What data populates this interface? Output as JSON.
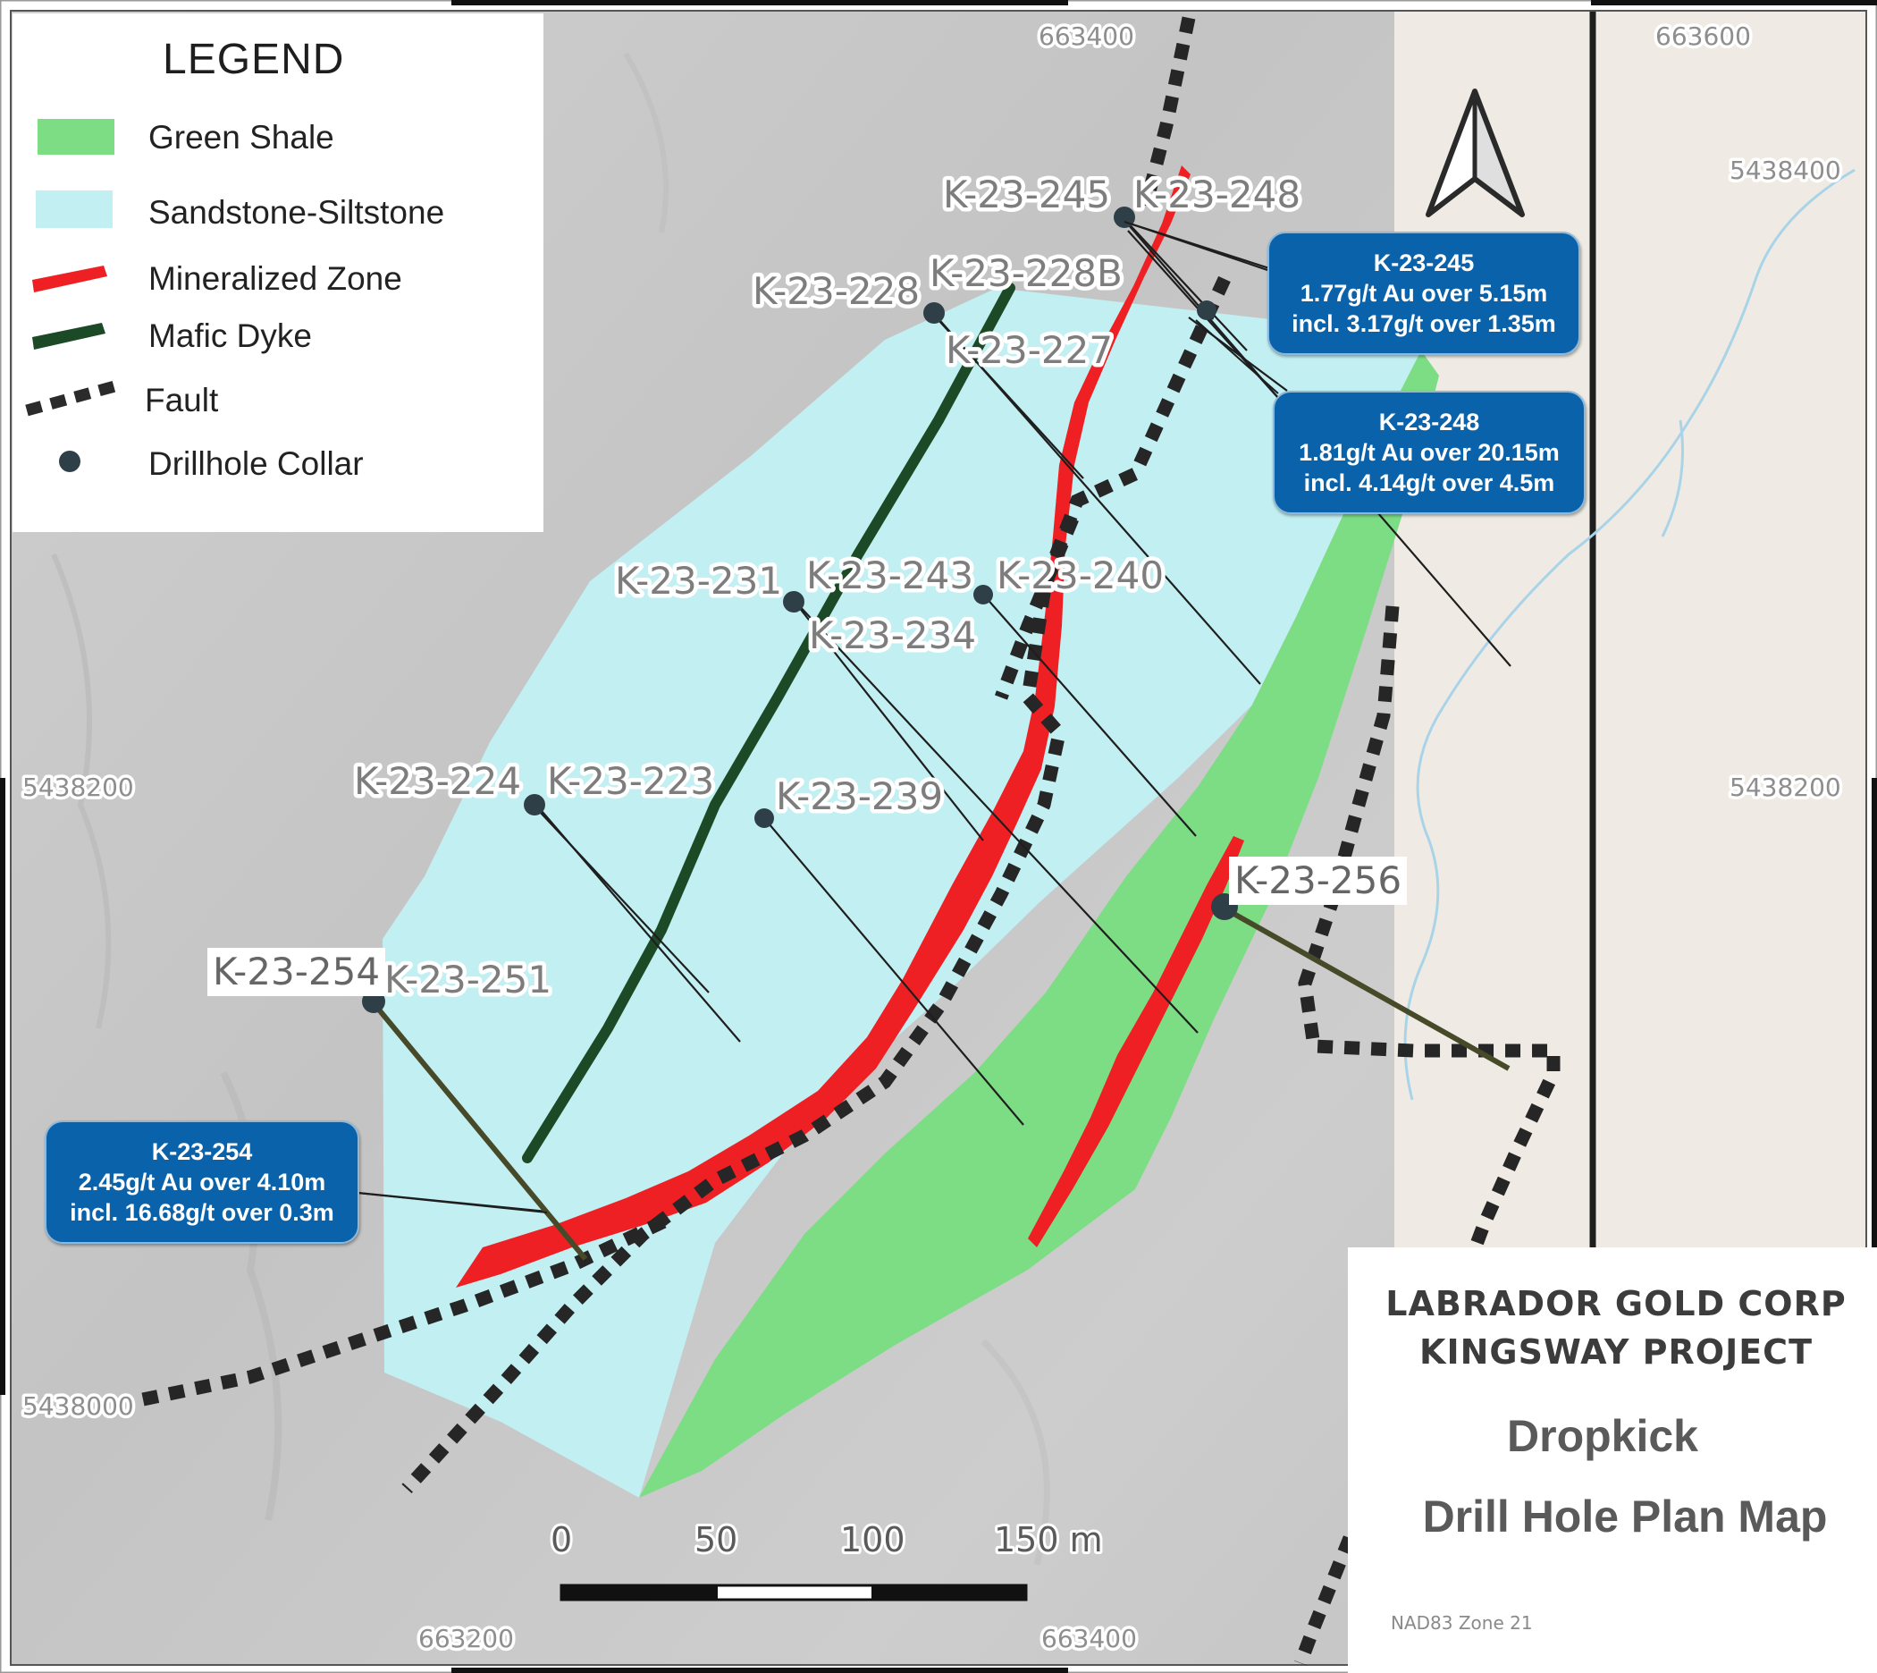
{
  "legend": {
    "title": "LEGEND",
    "items": [
      {
        "label": "Green Shale",
        "color": "#7ddd85"
      },
      {
        "label": "Sandstone-Siltstone",
        "color": "#c2eff2"
      },
      {
        "label": "Mineralized Zone",
        "color": "#ee2024"
      },
      {
        "label": "Mafic Dyke",
        "color": "#1c4a26"
      },
      {
        "label": "Fault",
        "color": "#2b2b2b"
      },
      {
        "label": "Drillhole Collar",
        "color": "#2f3f48"
      }
    ]
  },
  "grid": {
    "easting_labels": [
      "663400",
      "663600",
      "663200",
      "663400"
    ],
    "northing_labels": [
      "5438400",
      "5438200",
      "5438200",
      "5438000"
    ]
  },
  "drillholes": {
    "labels": [
      "K-23-245",
      "K-23-248",
      "K-23-228",
      "K-23-228B",
      "K-23-227",
      "K-23-231",
      "K-23-243",
      "K-23-240",
      "K-23-234",
      "K-23-224",
      "K-23-223",
      "K-23-239",
      "K-23-251"
    ],
    "boxed_labels": [
      "K-23-256",
      "K-23-254"
    ]
  },
  "callouts": [
    {
      "hole": "K-23-245",
      "line1": "1.77g/t Au over 5.15m",
      "line2": "incl. 3.17g/t over 1.35m"
    },
    {
      "hole": "K-23-248",
      "line1": "1.81g/t Au over 20.15m",
      "line2": "incl. 4.14g/t over 4.5m"
    },
    {
      "hole": "K-23-254",
      "line1": "2.45g/t Au over 4.10m",
      "line2": "incl. 16.68g/t over 0.3m"
    }
  ],
  "scale_bar": {
    "labels": [
      "0",
      "50",
      "100",
      "150 m"
    ]
  },
  "title_block": {
    "company_line1": "LABRADOR GOLD CORP",
    "company_line2": "KINGSWAY PROJECT",
    "title_line1": "Dropkick",
    "title_line2": "Drill Hole Plan Map",
    "datum": "NAD83 Zone 21"
  },
  "colors": {
    "hillshade": "#c8c8c8",
    "topo_panel": "#efebe4",
    "callout_fill": "#0a63aa",
    "collar": "#2f3f48"
  }
}
